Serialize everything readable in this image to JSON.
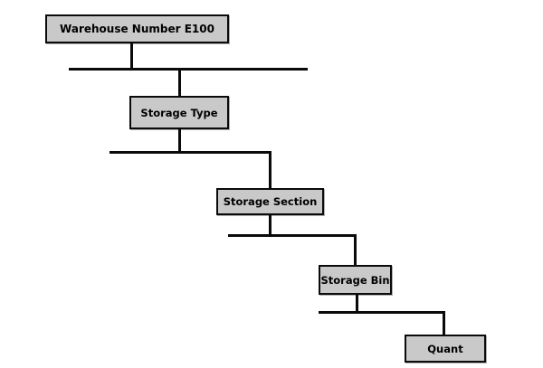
{
  "diagram": {
    "nodes": {
      "warehouse": {
        "label": "Warehouse Number E100"
      },
      "storage_type": {
        "label": "Storage Type"
      },
      "storage_section": {
        "label": "Storage Section"
      },
      "storage_bin": {
        "label": "Storage Bin"
      },
      "quant": {
        "label": "Quant"
      }
    },
    "hierarchy_order": [
      "Warehouse Number E100",
      "Storage Type",
      "Storage Section",
      "Storage Bin",
      "Quant"
    ],
    "colors": {
      "background": "#ffffff",
      "node_fill": "#c9c9c9",
      "node_border": "#0a0a0a",
      "connector": "#0a0a0a",
      "label_text": "#000000"
    }
  }
}
